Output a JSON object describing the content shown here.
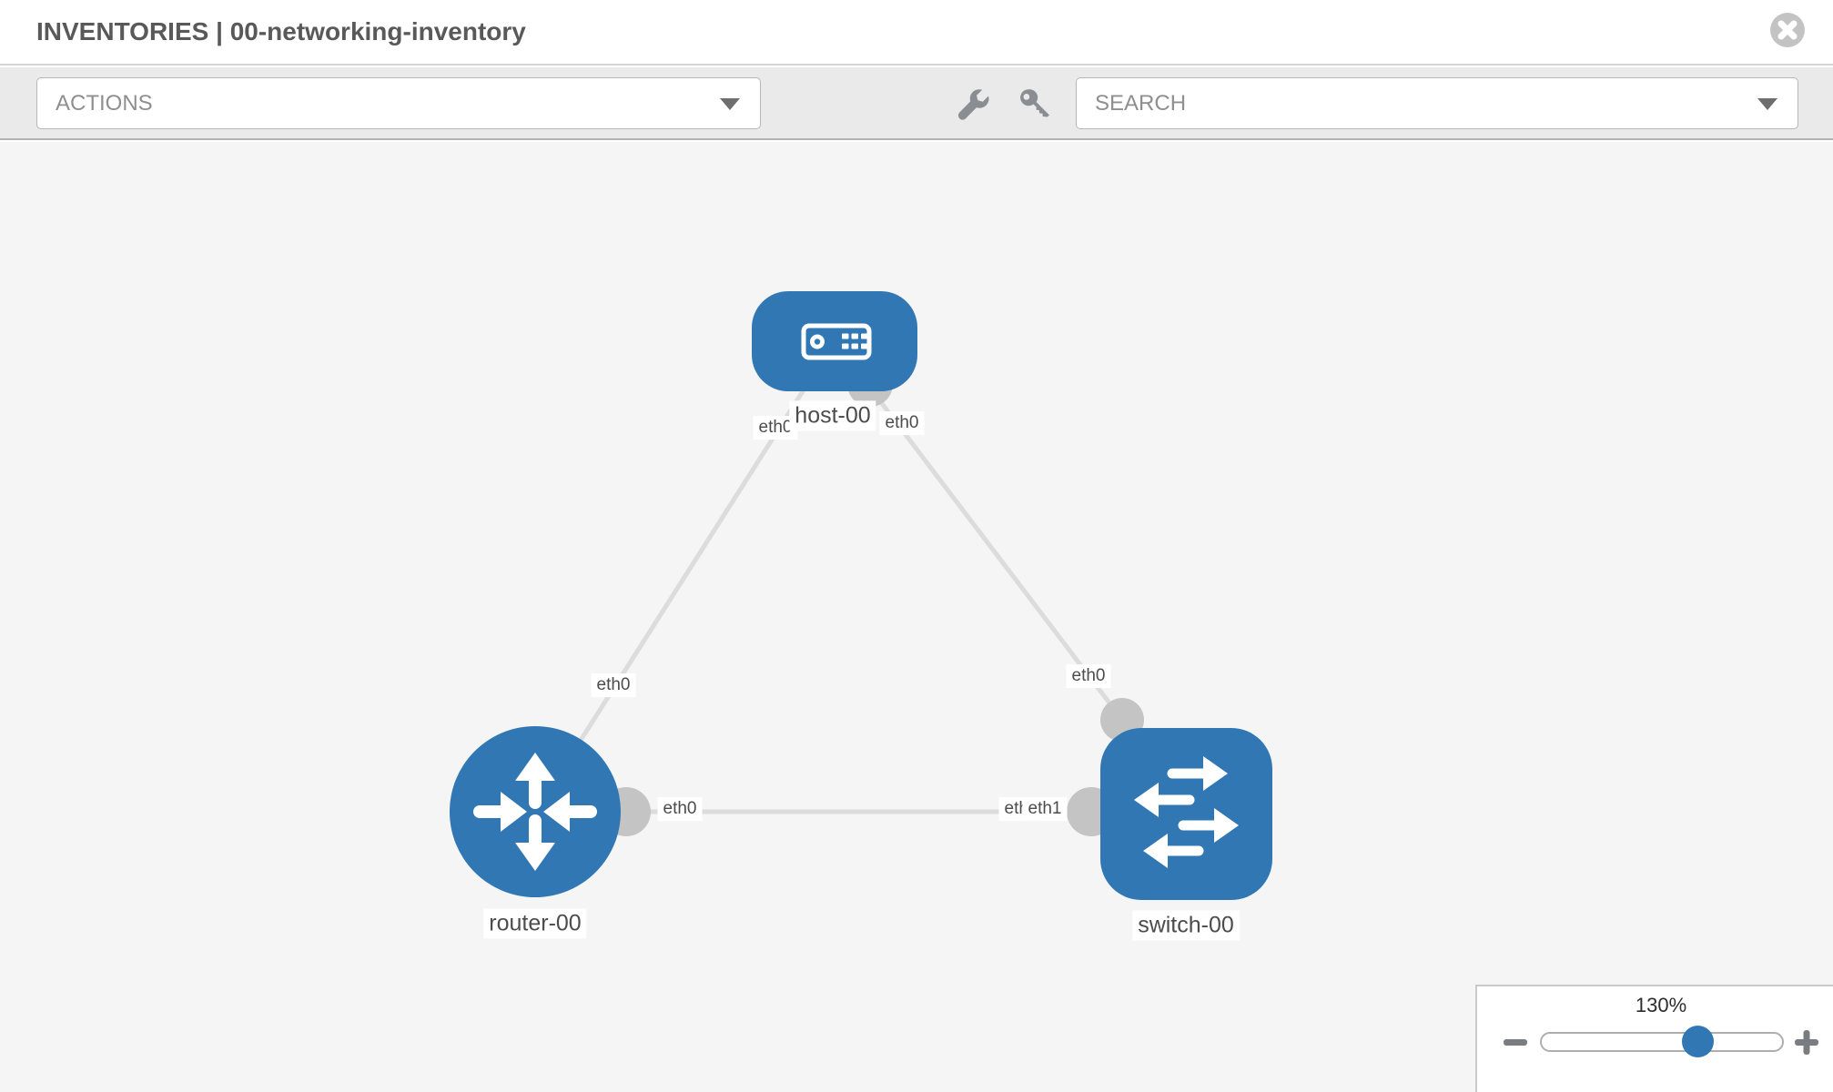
{
  "header": {
    "title": "INVENTORIES | 00-networking-inventory"
  },
  "toolbar": {
    "actions_label": "ACTIONS",
    "search_placeholder": "SEARCH",
    "icons": [
      "wrench-icon",
      "key-icon"
    ]
  },
  "diagram": {
    "nodes": [
      {
        "id": "host-00",
        "type": "host",
        "label": "host-00"
      },
      {
        "id": "router-00",
        "type": "router",
        "label": "router-00"
      },
      {
        "id": "switch-00",
        "type": "switch",
        "label": "switch-00"
      }
    ],
    "links": [
      {
        "from": "host-00",
        "to": "router-00",
        "from_port": "eth0",
        "to_port": "eth0"
      },
      {
        "from": "host-00",
        "to": "switch-00",
        "from_port": "eth0",
        "to_port": "eth0"
      },
      {
        "from": "router-00",
        "to": "switch-00",
        "from_port": "eth0",
        "to_port": "eth1"
      }
    ],
    "port_labels": {
      "host_left": "eth0",
      "host_right": "eth0",
      "router_uplink": "eth0",
      "switch_uplink": "eth0",
      "router_eth0": "eth0",
      "switch_eth_back": "eth0",
      "switch_eth_front": "eth1"
    },
    "colors": {
      "node_blue": "#3177b4",
      "link_gray": "#dcdcdc",
      "connector_gray": "#c4c4c4",
      "canvas_bg": "#f5f5f5"
    }
  },
  "zoom_control": {
    "percent": "130%"
  }
}
